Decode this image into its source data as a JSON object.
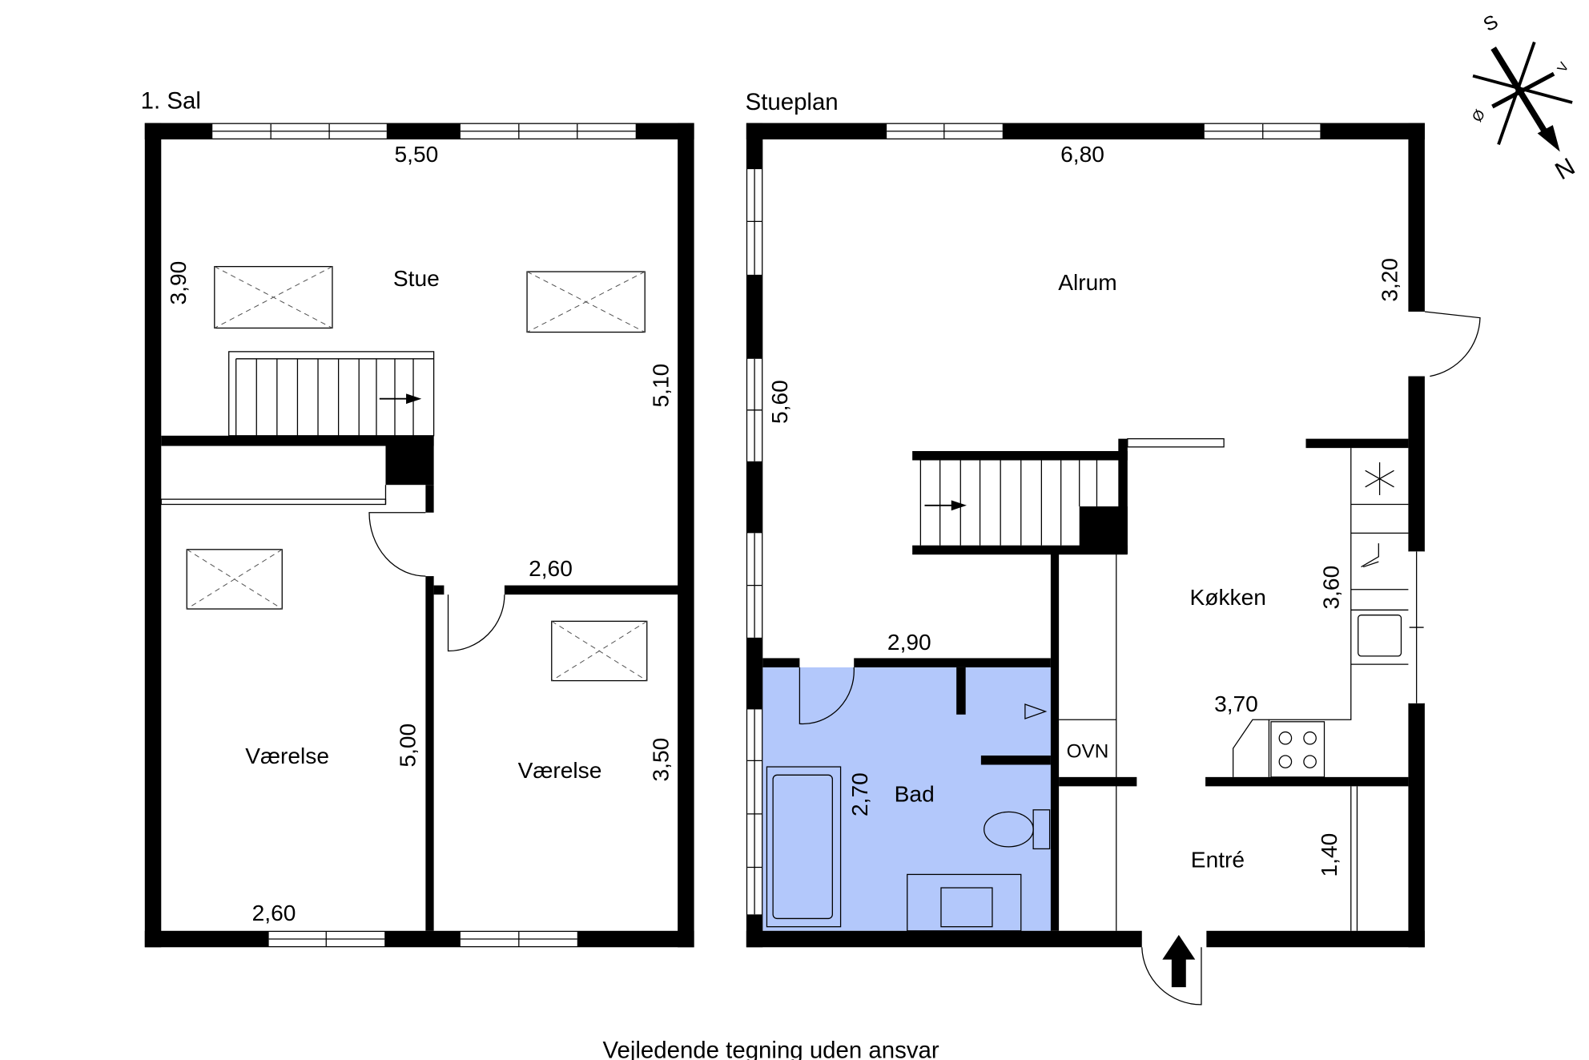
{
  "plans": {
    "upper": {
      "title": "1. Sal",
      "rooms": {
        "stue": "Stue",
        "vaerelse1": "Værelse",
        "vaerelse2": "Værelse"
      },
      "dims": {
        "top": "5,50",
        "left": "3,90",
        "right": "5,10",
        "mid": "2,60",
        "wall": "5,00",
        "room2": "3,50",
        "bottom": "2,60"
      }
    },
    "ground": {
      "title": "Stueplan",
      "rooms": {
        "alrum": "Alrum",
        "kokken": "Køkken",
        "bad": "Bad",
        "entre": "Entré",
        "ovn": "OVN"
      },
      "dims": {
        "top": "6,80",
        "right": "3,20",
        "left": "5,60",
        "bad_top": "2,90",
        "bad_side": "2,70",
        "kokken_side": "3,60",
        "kokken_bottom": "3,70",
        "entre": "1,40"
      }
    }
  },
  "compass": {
    "s": "S",
    "v": "V",
    "o": "Ø",
    "n": "N"
  },
  "colors": {
    "bath": "#b3c8fb",
    "wall": "#000000"
  },
  "footer": "Vejledende tegning uden ansvar"
}
